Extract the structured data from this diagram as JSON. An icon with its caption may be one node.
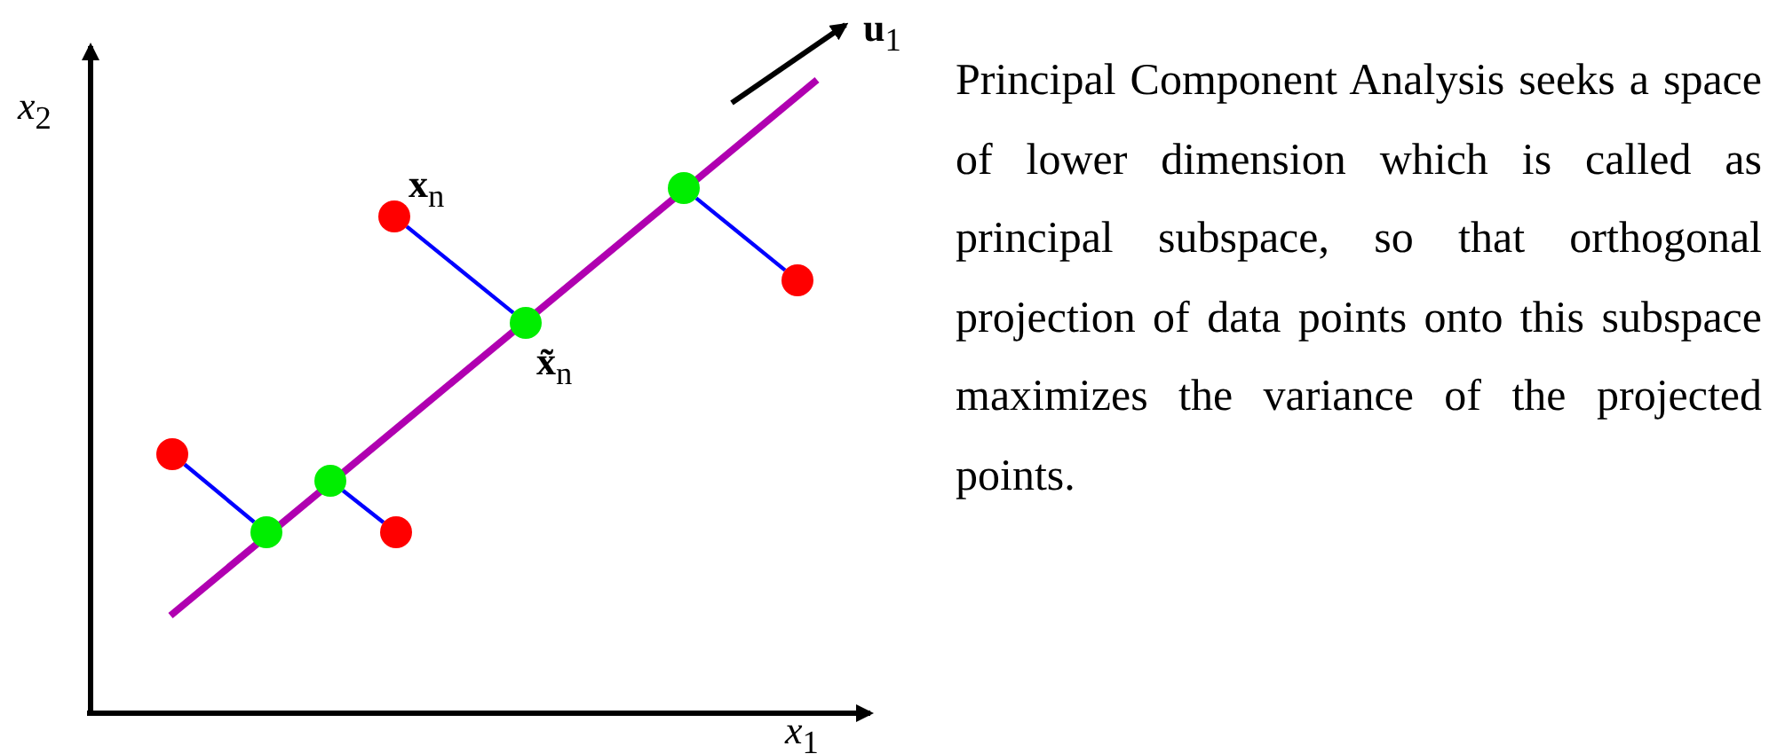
{
  "diagram": {
    "nodes": [
      {
        "text": [],
        "shape": "circle"
      },
      {
        "text": [],
        "shape": "circle"
      },
      {
        "text": [],
        "shape": "circle"
      },
      {
        "text": [],
        "shape": "circle"
      },
      {
        "text": [],
        "shape": "circle"
      },
      {
        "text": [],
        "shape": "circle"
      },
      {
        "text": [],
        "shape": "circle"
      },
      {
        "text": [],
        "shape": "circle"
      }
    ],
    "edges": [
      {
        "from": 0,
        "to": 1,
        "arrow": "none"
      },
      {
        "from": 4,
        "to": 2,
        "arrow": "none"
      },
      {
        "from": 3,
        "to": 5,
        "arrow": "none"
      },
      {
        "from": 7,
        "to": 6,
        "arrow": "none"
      }
    ],
    "labels": [
      "**u**$_{1}$",
      "*x*$_{2}$",
      "**x**$_{n}$",
      "**x̃**$_{n}$",
      "*x*$_{1}$",
      "Principal Component Analysis seeks a space of lower dimension which is called as principal subspace, so that orthogonal projection of data points onto this subspace maximizes the variance of the projected points."
    ]
  }
}
